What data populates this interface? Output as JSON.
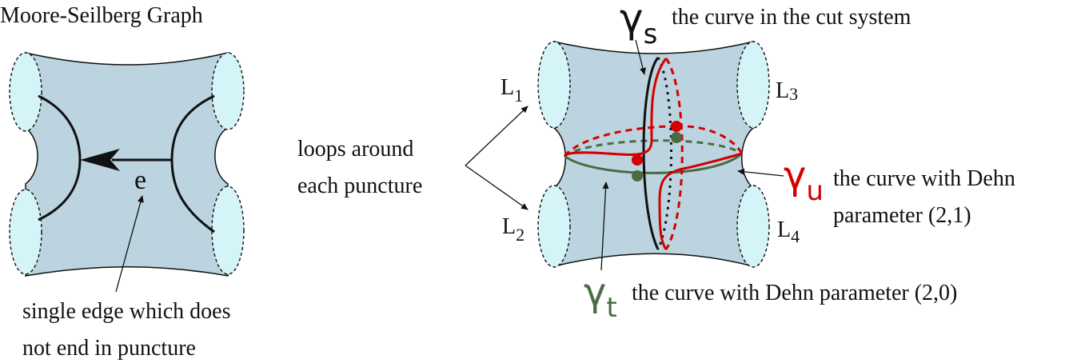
{
  "left_panel": {
    "title": "Moore-Seilberg Graph",
    "edge_label": "e",
    "caption_line1": "single edge which does",
    "caption_line2": "not end in puncture"
  },
  "right_panel": {
    "loops_line1": "loops around",
    "loops_line2": "each puncture",
    "L1": "L",
    "L1_sub": "1",
    "L2": "L",
    "L2_sub": "2",
    "L3": "L",
    "L3_sub": "3",
    "L4": "L",
    "L4_sub": "4",
    "gamma_s": "γ",
    "gamma_s_sub": "s",
    "gamma_s_desc": "the curve in the cut system",
    "gamma_u": "γ",
    "gamma_u_sub": "u",
    "gamma_u_desc_line1": "the curve with Dehn",
    "gamma_u_desc_line2": "parameter (2,1)",
    "gamma_t": "γ",
    "gamma_t_sub": "t",
    "gamma_t_desc": "the curve with Dehn parameter (2,0)"
  },
  "colors": {
    "surface": "#bcd4df",
    "cuff": "#d4f4f8",
    "red": "#d40000",
    "green": "#4a6b45",
    "black": "#111111"
  }
}
